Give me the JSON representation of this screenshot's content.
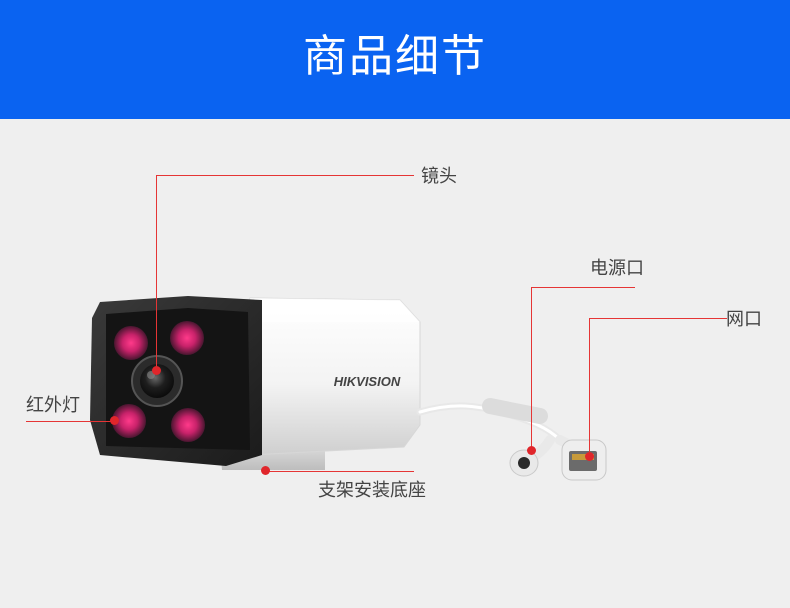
{
  "header": {
    "title": "商品细节"
  },
  "annotations": {
    "lens": "镜头",
    "power_port": "电源口",
    "network_port": "网口",
    "ir_light": "红外灯",
    "mount_base": "支架安装底座"
  },
  "product": {
    "brand": "HIKVISION"
  },
  "colors": {
    "header_bg": "#0a63f1",
    "leader_line": "#e53535",
    "ir_glow": "#d02a6a"
  }
}
